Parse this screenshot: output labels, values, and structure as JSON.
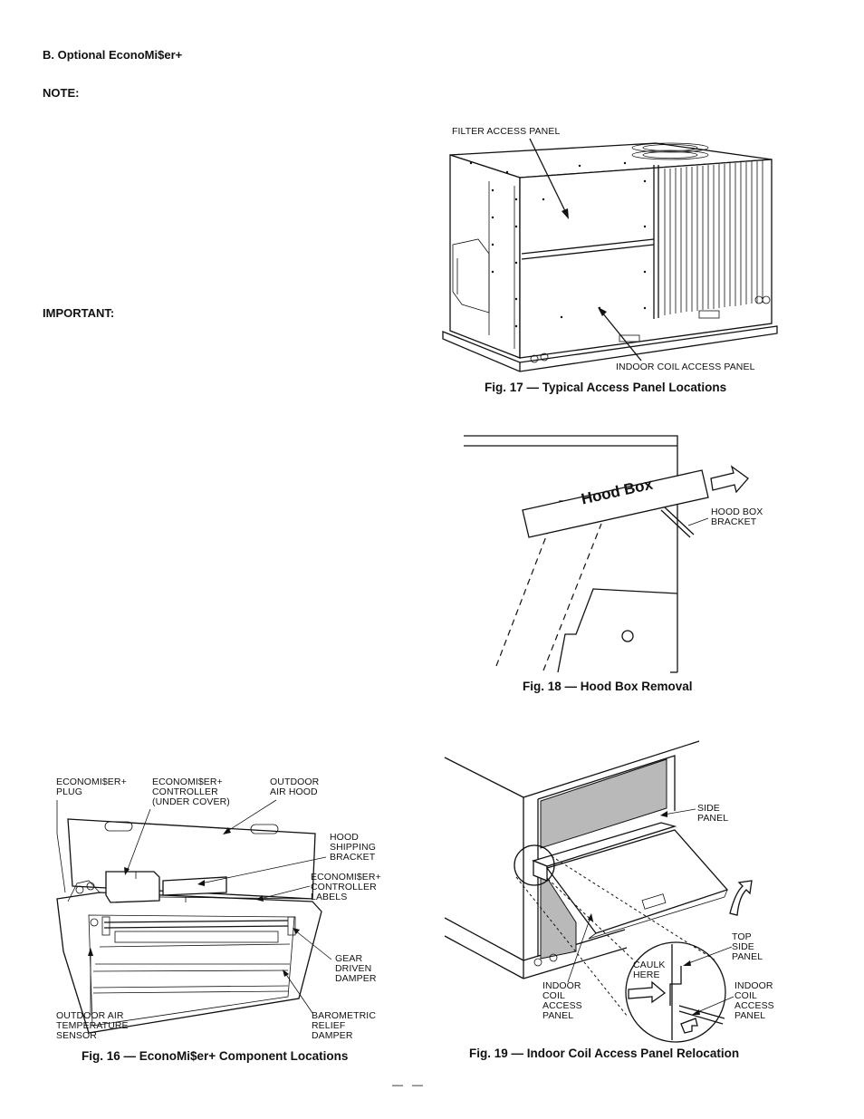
{
  "section": {
    "title": "B. Optional EconoMi$er+",
    "note_label": "NOTE:",
    "important_label": "IMPORTANT:"
  },
  "fig17": {
    "caption": "Fig. 17 — Typical Access Panel Locations",
    "label_filter": "FILTER ACCESS PANEL",
    "label_indoor": "INDOOR COIL ACCESS PANEL"
  },
  "fig18": {
    "caption": "Fig. 18 — Hood Box Removal",
    "hood_text": "Hood Box",
    "label_bracket": "HOOD BOX\nBRACKET"
  },
  "fig16": {
    "caption": "Fig. 16 — EconoMi$er+ Component Locations",
    "labels": {
      "plug": "ECONOMI$ER+\nPLUG",
      "controller": "ECONOMI$ER+\nCONTROLLER\n(UNDER COVER)",
      "hood": "OUTDOOR\nAIR HOOD",
      "shipping": "HOOD\nSHIPPING\nBRACKET",
      "ctrl_labels": "ECONOMI$ER+\nCONTROLLER\nLABELS",
      "gear": "GEAR\nDRIVEN\nDAMPER",
      "sensor": "OUTDOOR AIR\nTEMPERATURE\nSENSOR",
      "barometric": "BAROMETRIC\nRELIEF\nDAMPER"
    }
  },
  "fig19": {
    "caption": "Fig. 19 — Indoor Coil Access Panel Relocation",
    "labels": {
      "side": "SIDE\nPANEL",
      "top_side": "TOP\nSIDE\nPANEL",
      "caulk": "CAULK\nHERE",
      "indoor_left": "INDOOR\nCOIL\nACCESS\nPANEL",
      "indoor_right": "INDOOR\nCOIL\nACCESS\nPANEL"
    }
  },
  "footer": {
    "page_marks": "—   —"
  }
}
